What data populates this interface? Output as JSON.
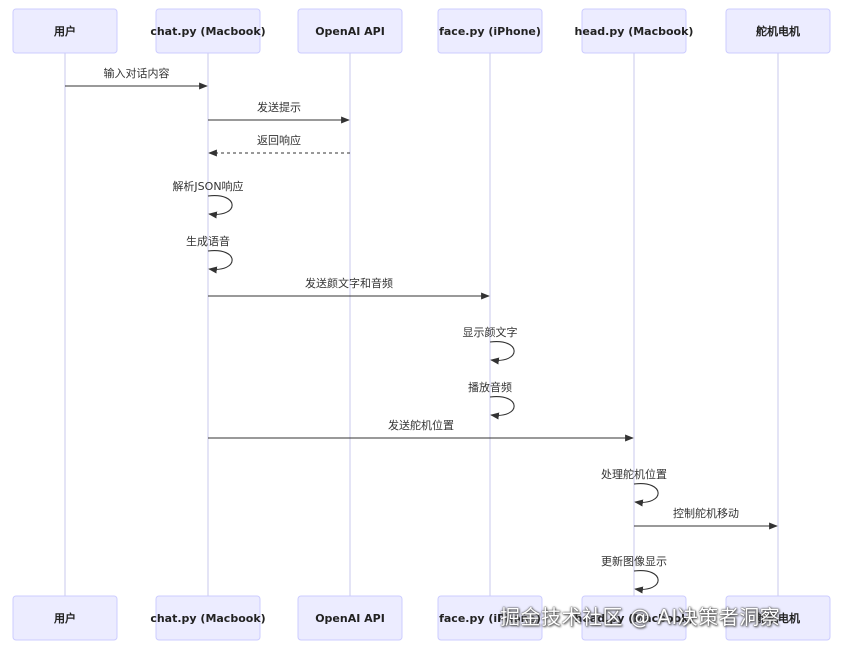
{
  "participants": [
    {
      "id": "user",
      "label": "用户"
    },
    {
      "id": "chat",
      "label": "chat.py (Macbook)"
    },
    {
      "id": "openai",
      "label": "OpenAI API"
    },
    {
      "id": "face",
      "label": "face.py (iPhone)"
    },
    {
      "id": "head",
      "label": "head.py (Macbook)"
    },
    {
      "id": "servo",
      "label": "舵机电机"
    }
  ],
  "messages": [
    {
      "from": "user",
      "to": "chat",
      "label": "输入对话内容",
      "style": "solid"
    },
    {
      "from": "chat",
      "to": "openai",
      "label": "发送提示",
      "style": "solid"
    },
    {
      "from": "openai",
      "to": "chat",
      "label": "返回响应",
      "style": "dotted"
    },
    {
      "from": "chat",
      "to": "chat",
      "label": "解析JSON响应",
      "style": "self"
    },
    {
      "from": "chat",
      "to": "chat",
      "label": "生成语音",
      "style": "self"
    },
    {
      "from": "chat",
      "to": "face",
      "label": "发送颜文字和音频",
      "style": "solid"
    },
    {
      "from": "face",
      "to": "face",
      "label": "显示颜文字",
      "style": "self"
    },
    {
      "from": "face",
      "to": "face",
      "label": "播放音频",
      "style": "self"
    },
    {
      "from": "chat",
      "to": "head",
      "label": "发送舵机位置",
      "style": "solid"
    },
    {
      "from": "head",
      "to": "head",
      "label": "处理舵机位置",
      "style": "self"
    },
    {
      "from": "head",
      "to": "servo",
      "label": "控制舵机移动",
      "style": "solid"
    },
    {
      "from": "head",
      "to": "head",
      "label": "更新图像显示",
      "style": "self"
    }
  ],
  "watermark": "掘金技术社区 @ AI决策者洞察"
}
